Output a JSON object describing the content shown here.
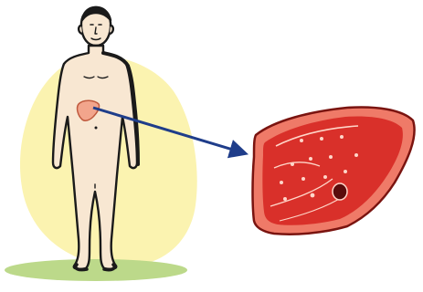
{
  "illustration": {
    "subject": "human-figure",
    "highlighted_organ": "liver",
    "organ_detail": "liver-cross-section-with-lesion",
    "connector": "arrow"
  },
  "colors": {
    "background_blob": "#fbf3b0",
    "ground_shadow": "#bcd98a",
    "skin": "#f8e7d2",
    "outline": "#1a1a1a",
    "liver_small": "#f2a58c",
    "liver_fill": "#d9302a",
    "liver_rim": "#ef7a68",
    "liver_highlight": "#ffd6c9",
    "liver_lesion": "#5a0c0c",
    "arrow": "#1f3d8a"
  }
}
